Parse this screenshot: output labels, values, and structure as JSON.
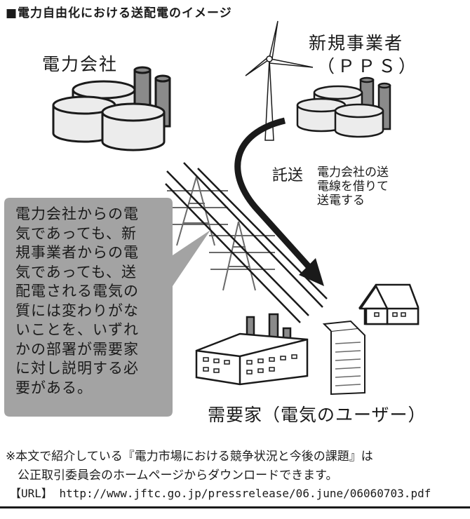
{
  "title": "■電力自由化における送配電のイメージ",
  "labels": {
    "power_company": "電力会社",
    "pps_name": "新規事業者",
    "pps_abbr": "（ＰＰＳ）",
    "wheeling": "託送",
    "wheeling_desc": [
      "電力会社の送",
      "電線を借りて",
      "送電する"
    ],
    "consumer": "需要家（電気のユーザー）"
  },
  "callout": [
    "電力会社からの電",
    "気であっても、新",
    "規事業者からの電",
    "気であっても、送",
    "配電される電気の",
    "質には変わりがな",
    "いことを、いずれ",
    "かの部署が需要家",
    "に対し説明する必",
    "要がある。"
  ],
  "notes": [
    "※本文で紹介している『電力市場における競争状況と今後の課題』は",
    "　公正取引委員会のホームページからダウンロードできます。"
  ],
  "url": "【URL】 http://www.jftc.go.jp/pressrelease/06.june/06060703.pdf",
  "colors": {
    "callout_bg": "#a3a3a3",
    "tank_fill": "#ececec",
    "chimney_fill": "#8a8a8a",
    "line": "#1a1a1a"
  }
}
